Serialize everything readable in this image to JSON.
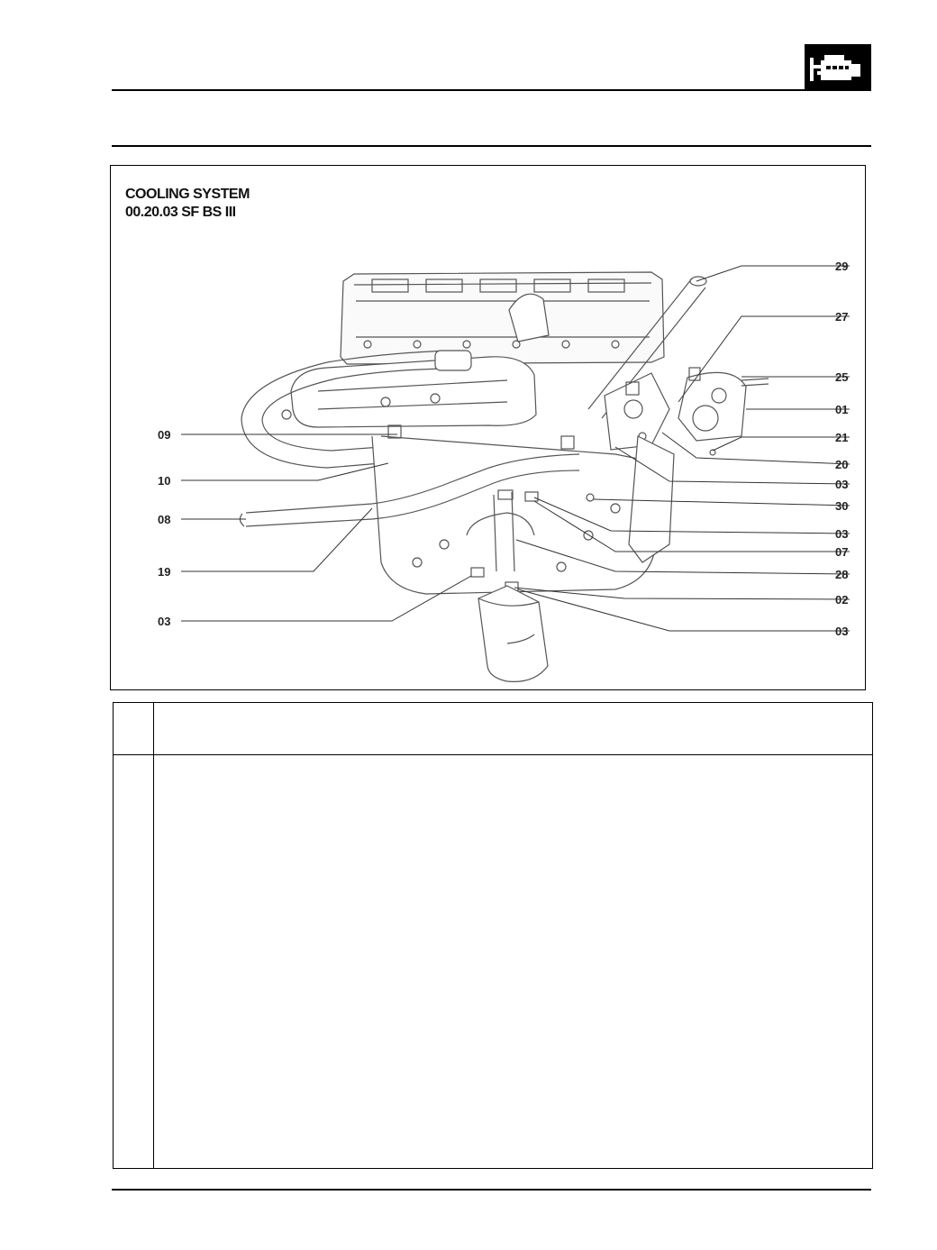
{
  "figure": {
    "title_line1": "COOLING SYSTEM",
    "title_line2": "00.20.03 SF BS III",
    "callouts_left": [
      "09",
      "10",
      "08",
      "19",
      "03"
    ],
    "callouts_right": [
      "29",
      "27",
      "25",
      "01",
      "21",
      "20",
      "03",
      "30",
      "03",
      "07",
      "28",
      "02",
      "03"
    ]
  },
  "header": {
    "logo_icon": "engine-icon"
  }
}
